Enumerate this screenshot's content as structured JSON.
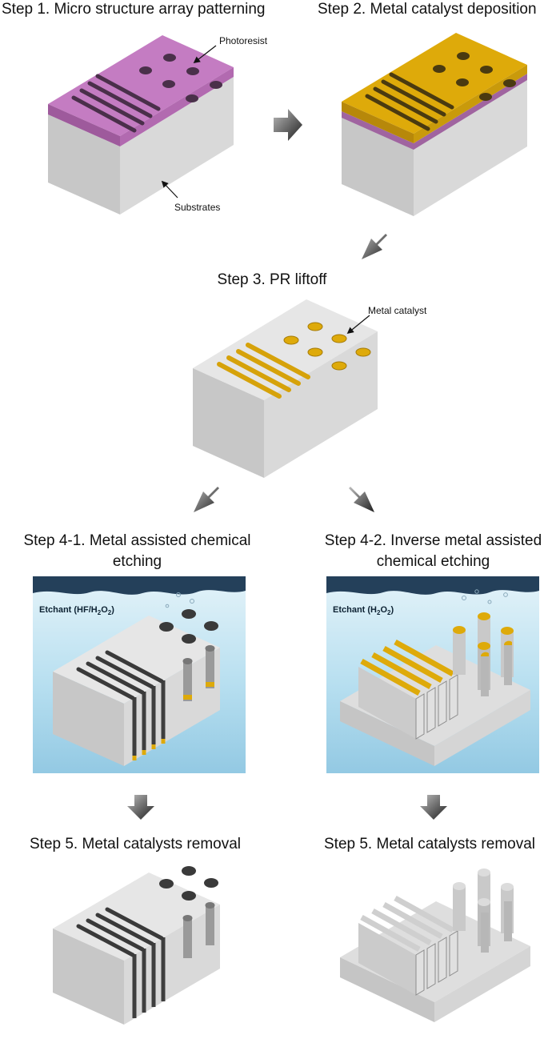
{
  "steps": {
    "s1": "Step 1. Micro structure array patterning",
    "s2": "Step 2. Metal catalyst deposition",
    "s3": "Step 3. PR liftoff",
    "s41_line1": "Step 4-1. Metal assisted chemical",
    "s41_line2": "etching",
    "s42_line1": "Step 4-2. Inverse metal assisted",
    "s42_line2": "chemical etching",
    "s5a": "Step 5. Metal catalysts removal",
    "s5b": "Step 5. Metal catalysts removal"
  },
  "labels": {
    "photoresist": "Photoresist",
    "substrates": "Substrates",
    "metal_catalyst": "Metal catalyst"
  },
  "etchants": {
    "a_prefix": "Etchant (HF/H",
    "a_sub1": "2",
    "a_mid": "O",
    "a_sub2": "2",
    "a_suffix": ")",
    "b_prefix": "Etchant (H",
    "b_sub1": "2",
    "b_mid": "O",
    "b_sub2": "2",
    "b_suffix": ")"
  },
  "colors": {
    "photoresist": "#c47cc2",
    "metal": "#deaa0a",
    "substrate_top": "#e3e3e3",
    "substrate_left": "#c8c8c8",
    "substrate_front": "#d6d6d6",
    "liquid": "#a9d6ea"
  }
}
